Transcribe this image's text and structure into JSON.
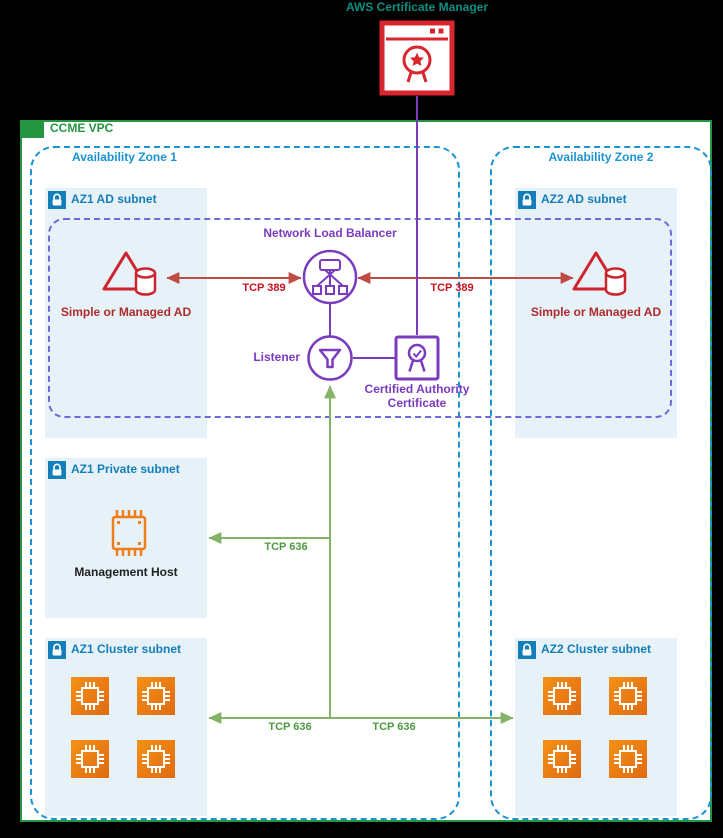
{
  "colors": {
    "teal": "#0A8F82",
    "vpc-green": "#249641",
    "az-blue": "#1C93D1",
    "subnet-blue": "#147EBA",
    "subnet-fill": "#E6F1F8",
    "purple": "#7A3BBE",
    "dashed-purple": "#6C6CD9",
    "acm-red": "#D8252E",
    "ad-red": "#CE2430",
    "ad-label-red": "#B02B2B",
    "arrow-red": "#BE4C45",
    "label-red": "#C7131F",
    "line-green": "#82B366",
    "label-green": "#4C9A3F",
    "orange": "#EF7E1A",
    "orange-grad-1": "#F49117",
    "orange-grad-2": "#E06A10",
    "mgmt-text": "#222222"
  },
  "acm": {
    "label": "AWS Certificate Manager"
  },
  "vpc": {
    "label": "CCME VPC"
  },
  "zones": [
    {
      "label": "Availability Zone 1"
    },
    {
      "label": "Availability Zone 2"
    }
  ],
  "subnets": {
    "az1_ad": {
      "label": "AZ1 AD subnet"
    },
    "az1_private": {
      "label": "AZ1 Private subnet"
    },
    "az1_cluster": {
      "label": "AZ1 Cluster subnet"
    },
    "az2_ad": {
      "label": "AZ2 AD subnet"
    },
    "az2_cluster": {
      "label": "AZ2 Cluster subnet"
    }
  },
  "nodes": {
    "nlb": {
      "label": "Network Load Balancer"
    },
    "listener": {
      "label": "Listener"
    },
    "certificate": {
      "label": "Certified Authority Certificate"
    },
    "ad_az1": {
      "label": "Simple or Managed AD"
    },
    "ad_az2": {
      "label": "Simple or Managed AD"
    },
    "management_host": {
      "label": "Management Host"
    }
  },
  "edges": {
    "ldap": {
      "label": "TCP 389"
    },
    "ldaps": {
      "label": "TCP 636"
    }
  },
  "icons": {
    "acm": "certificate-manager-icon",
    "vpc_tab": "vpc-icon",
    "subnet_lock": "lock-icon",
    "directory": "directory-service-icon",
    "nlb": "network-load-balancer-icon",
    "listener": "listener-icon",
    "certificate": "certificate-authority-icon",
    "management_host": "instance-icon",
    "cluster_node": "instance-node-icon"
  }
}
